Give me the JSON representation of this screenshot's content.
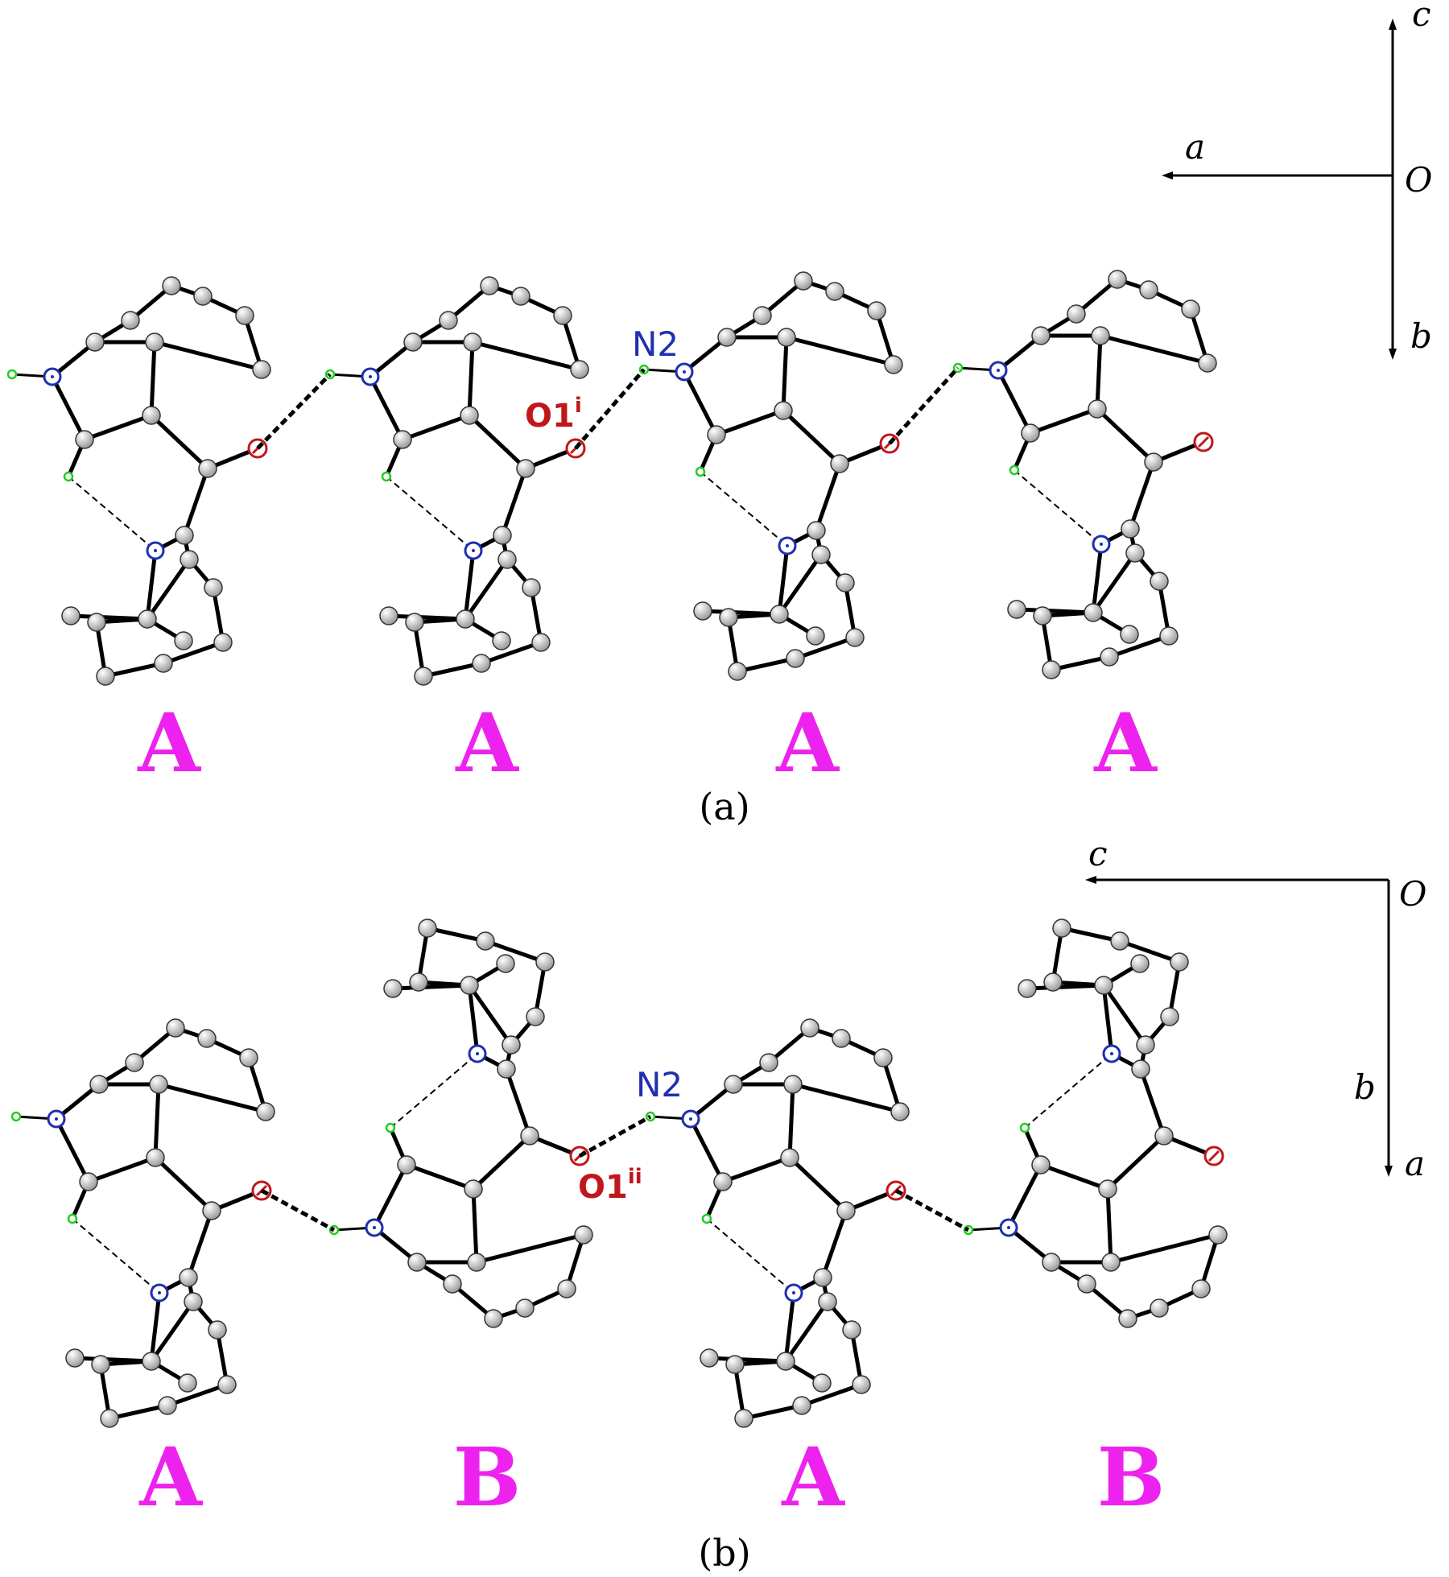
{
  "panels": [
    {
      "id": "a",
      "caption": "(a)",
      "molecules": [
        "A",
        "A",
        "A",
        "A"
      ],
      "atom_labels": {
        "nitrogen": "N2",
        "oxygen": "O1",
        "oxygen_sup": "i"
      },
      "axes": {
        "horizontal": "a",
        "vertical_up": "c",
        "vertical_down": "b",
        "origin": "O"
      }
    },
    {
      "id": "b",
      "caption": "(b)",
      "molecules": [
        "A",
        "B",
        "A",
        "B"
      ],
      "atom_labels": {
        "nitrogen": "N2",
        "oxygen": "O1",
        "oxygen_sup": "ii"
      },
      "axes": {
        "horizontal": "c",
        "vertical_down_1": "b",
        "vertical_down_2": "a",
        "origin": "O"
      }
    }
  ],
  "colors": {
    "carbon_fill": "#d8d8d8",
    "nitrogen": "#1f2fae",
    "oxygen": "#c0171b",
    "hydrogen": "#22cc22",
    "bond": "#000000",
    "molecule_label": "#ee22ee"
  }
}
